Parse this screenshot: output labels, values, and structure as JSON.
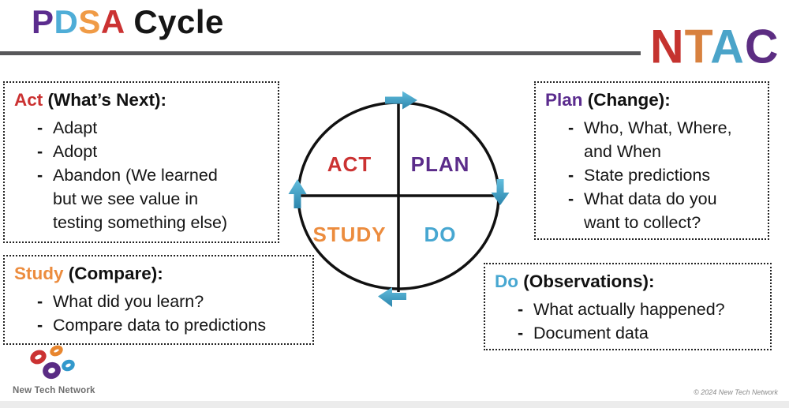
{
  "slide": {
    "title": {
      "p": "P",
      "d": "D",
      "s": "S",
      "a": "A",
      "rest": " Cycle"
    },
    "ntac": {
      "n": "N",
      "t": "T",
      "a": "A",
      "c": "C"
    },
    "list_dash": "-",
    "boxes": {
      "act": {
        "keyword": "Act",
        "subtitle": " (What’s Next):",
        "items": [
          "Adapt",
          "Adopt",
          "Abandon (We learned\nbut we see value in\ntesting something else)"
        ]
      },
      "plan": {
        "keyword": "Plan",
        "subtitle": " (Change):",
        "items": [
          "Who, What, Where,\nand When",
          "State predictions",
          "What data do you\nwant to collect?"
        ]
      },
      "study": {
        "keyword": "Study",
        "subtitle": " (Compare):",
        "items": [
          "What did you learn?",
          "Compare data to predictions"
        ]
      },
      "do": {
        "keyword": "Do",
        "subtitle": " (Observations):",
        "items": [
          "What actually happened?",
          "Document data"
        ]
      }
    },
    "cycle": {
      "act": "ACT",
      "plan": "PLAN",
      "study": "STUDY",
      "do": "DO"
    },
    "footer": {
      "logo_text": "New Tech Network",
      "copyright": "© 2024 New Tech Network"
    },
    "colors": {
      "act_red": "#CB3232",
      "plan_purple": "#5B2C8E",
      "study_orange": "#EC8C3E",
      "do_blue": "#47A7D1",
      "arrow_teal": "#3FA5CE",
      "divider_gray": "#58585A",
      "line_black": "#111111"
    }
  }
}
